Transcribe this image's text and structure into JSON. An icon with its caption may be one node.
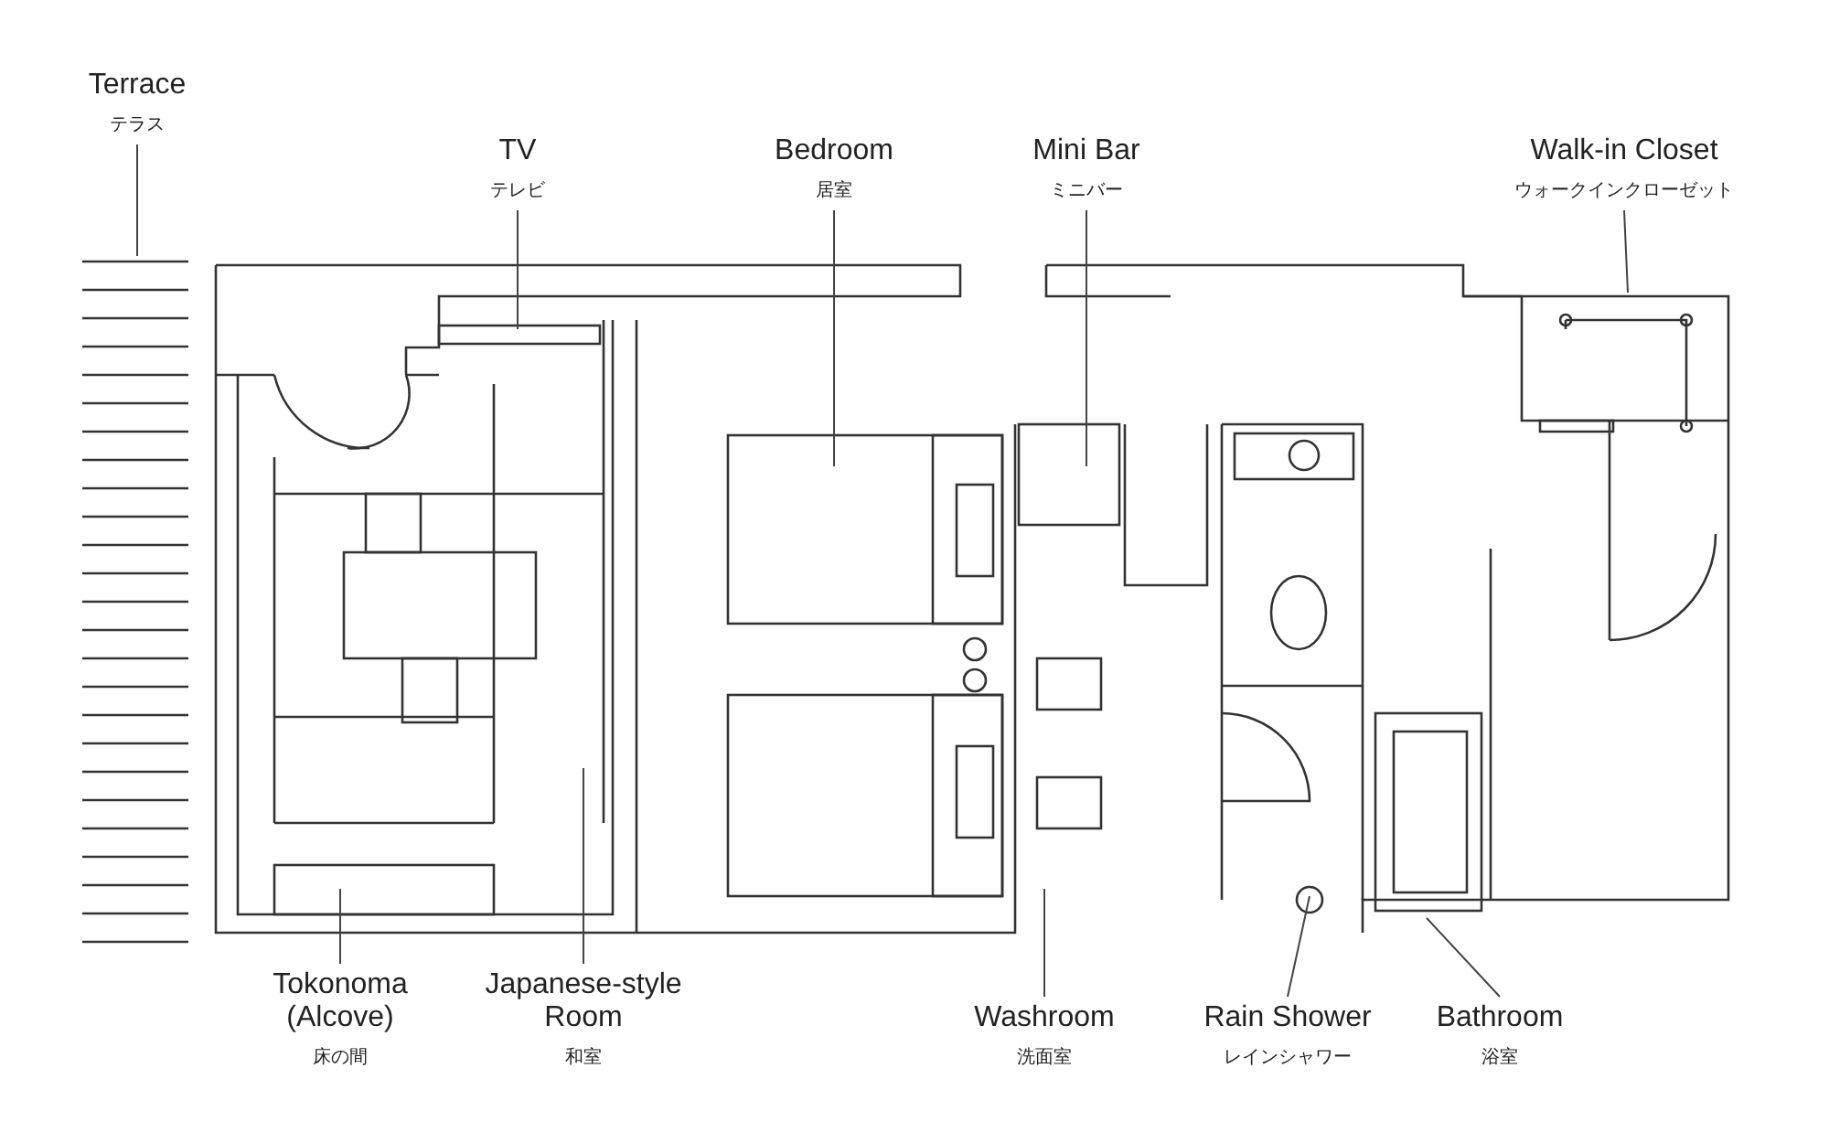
{
  "diagram": {
    "nodes": [
      {
        "text": [
          "Terrace",
          "テラス"
        ]
      },
      {
        "text": [
          "TV",
          "テレビ"
        ]
      },
      {
        "text": [
          "Bedroom",
          "居室"
        ]
      },
      {
        "text": [
          "Mini Bar",
          "ミニバー"
        ]
      },
      {
        "text": [
          "Walk-in Closet",
          "ウォークインクローゼット"
        ]
      },
      {
        "text": [
          "Tokonoma (Alcove)",
          "床の間"
        ]
      },
      {
        "text": [
          "Japanese-style Room",
          "和室"
        ]
      },
      {
        "text": [
          "Washroom",
          "洗面室"
        ]
      },
      {
        "text": [
          "Rain Shower",
          "レインシャワー"
        ]
      },
      {
        "text": [
          "Bathroom",
          "浴室"
        ]
      }
    ],
    "edges": [
      {
        "from": 0,
        "to": null,
        "arrow": "none"
      },
      {
        "from": 1,
        "to": null,
        "arrow": "none"
      },
      {
        "from": 2,
        "to": null,
        "arrow": "none"
      },
      {
        "from": 3,
        "to": null,
        "arrow": "none"
      },
      {
        "from": 4,
        "to": null,
        "arrow": "none"
      },
      {
        "from": 5,
        "to": null,
        "arrow": "none"
      },
      {
        "from": 6,
        "to": null,
        "arrow": "none"
      },
      {
        "from": 7,
        "to": null,
        "arrow": "none"
      },
      {
        "from": 8,
        "to": null,
        "arrow": "none"
      },
      {
        "from": 9,
        "to": null,
        "arrow": "none"
      }
    ]
  }
}
